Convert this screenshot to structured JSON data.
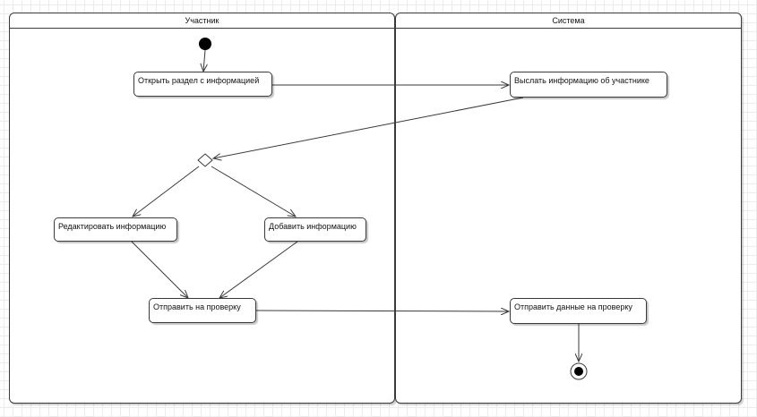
{
  "lanes": {
    "participant": "Участник",
    "system": "Система"
  },
  "actions": {
    "open_info": "Открыть раздел с информацией",
    "send_info": "Выслать информацию об участнике",
    "edit_info": "Редактировать информацию",
    "add_info": "Добавить информацию",
    "submit_review": "Отправить на проверку",
    "send_data_review": "Отправить данные на проверку"
  },
  "colors": {
    "line": "#3a3a3a",
    "node_fill": "#000000",
    "grid": "#ececec"
  }
}
